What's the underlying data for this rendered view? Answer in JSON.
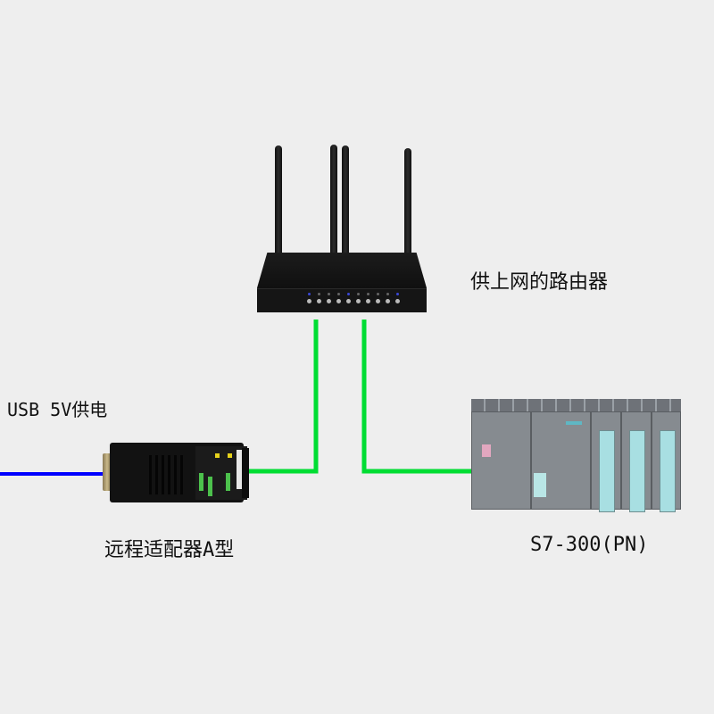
{
  "labels": {
    "router": "供上网的路由器",
    "usb_power": "USB 5V供电",
    "adapter": "远程适配器A型",
    "plc": "S7-300(PN)"
  },
  "devices": {
    "router": {
      "name": "router",
      "antennas": 4,
      "leds": 10
    },
    "adapter": {
      "name": "remote-adapter-type-a"
    },
    "plc": {
      "name": "s7-300-pn",
      "io_modules": 3
    }
  },
  "connections": [
    {
      "from": "usb-power",
      "to": "adapter",
      "color": "#0000ff"
    },
    {
      "from": "adapter",
      "to": "router",
      "color": "#00dd33"
    },
    {
      "from": "router",
      "to": "plc",
      "color": "#00dd33"
    }
  ],
  "colors": {
    "background": "#eeeeee",
    "usb_wire": "#0000ff",
    "ethernet_wire": "#00dd33"
  }
}
